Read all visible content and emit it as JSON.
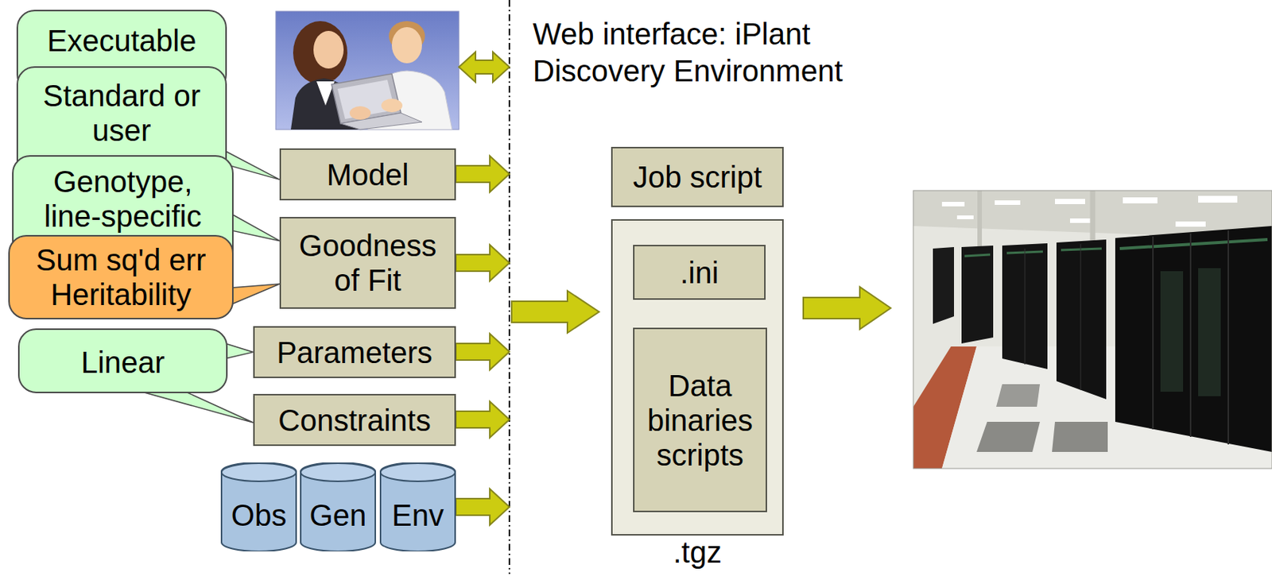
{
  "diagram": {
    "nodes": [
      {
        "text": [
          "Executable"
        ]
      },
      {
        "text": [
          "Standard or user"
        ]
      },
      {
        "text": [
          "Genotype, line-specific"
        ]
      },
      {
        "text": [
          "Sum sq'd err Heritability"
        ]
      },
      {
        "text": [
          "Linear"
        ]
      },
      {
        "text": [
          "Model"
        ]
      },
      {
        "text": [
          "Goodness of Fit"
        ]
      },
      {
        "text": [
          "Parameters"
        ]
      },
      {
        "text": [
          "Constraints"
        ]
      },
      {
        "text": [
          "Obs"
        ]
      },
      {
        "text": [
          "Gen"
        ]
      },
      {
        "text": [
          "Env"
        ]
      },
      {
        "text": [
          "Job script"
        ]
      },
      {
        "text": [
          ".tgz"
        ]
      },
      {
        "text": [
          ".ini"
        ],
        "in": 13
      },
      {
        "text": [
          "Data binaries scripts"
        ],
        "in": 13
      }
    ],
    "edges": [
      {
        "from": 1,
        "to": 5,
        "arrow": "none"
      },
      {
        "from": 2,
        "to": 6,
        "arrow": "none"
      },
      {
        "from": 3,
        "to": 6,
        "arrow": "none"
      },
      {
        "from": 4,
        "to": 7,
        "arrow": "none"
      },
      {
        "from": 4,
        "to": 8,
        "arrow": "none"
      }
    ],
    "labels": [
      "Web interface: iPlant Discovery Environment"
    ]
  }
}
